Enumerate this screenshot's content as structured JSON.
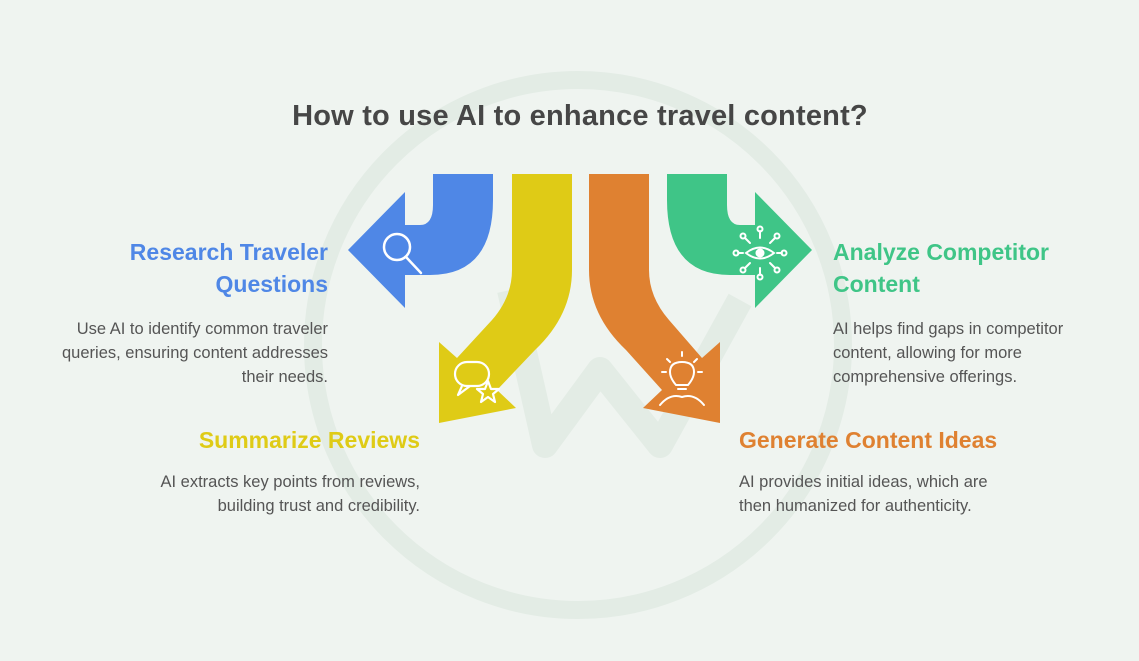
{
  "title": "How to use AI to enhance travel content?",
  "colors": {
    "background": "#eff4f0",
    "watermark": "#e3ece5",
    "blue": "#4f87e6",
    "yellow": "#dfcb16",
    "orange": "#df8131",
    "green": "#3fc587",
    "text": "#464646"
  },
  "steps": [
    {
      "heading_lines": [
        "Research Traveler",
        "Questions"
      ],
      "desc_lines": [
        "Use AI to identify common traveler",
        "queries, ensuring content addresses",
        "their needs."
      ],
      "color": "#4f87e6",
      "icon": "magnifier-icon"
    },
    {
      "heading_lines": [
        "Summarize Reviews"
      ],
      "desc_lines": [
        "AI extracts key points from reviews,",
        "building trust and credibility."
      ],
      "color": "#dfcb16",
      "icon": "review-star-icon"
    },
    {
      "heading_lines": [
        "Generate Content Ideas"
      ],
      "desc_lines": [
        "AI provides initial ideas, which are",
        "then humanized for authenticity."
      ],
      "color": "#df8131",
      "icon": "lightbulb-hand-icon"
    },
    {
      "heading_lines": [
        "Analyze Competitor",
        "Content"
      ],
      "desc_lines": [
        "AI helps find gaps in competitor",
        "content, allowing for more",
        "comprehensive offerings."
      ],
      "color": "#3fc587",
      "icon": "network-eye-icon"
    }
  ]
}
